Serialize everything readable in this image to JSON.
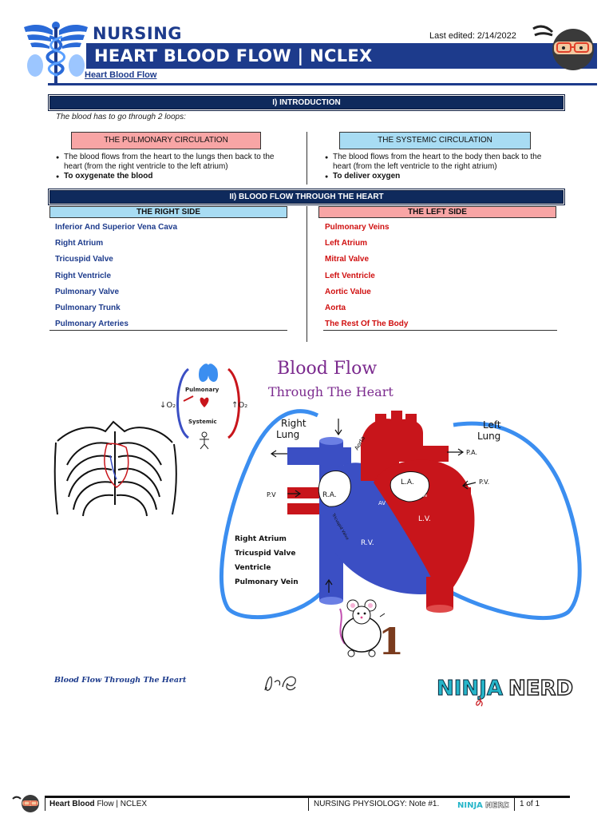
{
  "header": {
    "brand": "NURSING",
    "title": "HEART BLOOD FLOW | NCLEX",
    "last_edited": "Last edited: 2/14/2022",
    "link": "Heart Blood Flow",
    "logo_icon": "caduceus-icon",
    "mascot_icon": "ninja-head-icon"
  },
  "intro": {
    "heading": "I) INTRODUCTION",
    "lead": "The blood has to go through 2 loops:",
    "pulmonary": {
      "title": "THE PULMONARY CIRCULATION",
      "bullet1": "The blood flows from the heart to the lungs then back to the heart (from the right ventricle to the left atrium)",
      "bullet2": "To oxygenate the blood"
    },
    "systemic": {
      "title": "THE SYSTEMIC CIRCULATION",
      "bullet1": "The blood flows from the heart to the body then back to the heart (from the left ventricle to the right atrium)",
      "bullet2": "To deliver oxygen"
    }
  },
  "flow": {
    "heading": "II) BLOOD FLOW THROUGH THE HEART",
    "right_side": {
      "title": "THE RIGHT SIDE",
      "items": [
        "Inferior And Superior Vena Cava",
        "Right Atrium",
        "Tricuspid Valve",
        "Right Ventricle",
        "Pulmonary Valve",
        "Pulmonary Trunk",
        "Pulmonary Arteries"
      ]
    },
    "left_side": {
      "title": "THE LEFT SIDE",
      "items": [
        "Pulmonary Veins",
        "Left Atrium",
        "Mitral Valve",
        "Left Ventricle",
        "Aortic Value",
        "Aorta",
        "The Rest Of The Body"
      ]
    }
  },
  "diagram": {
    "title_line1": "Blood Flow",
    "title_line2": "Through The Heart",
    "loop_top": "Pulmonary",
    "loop_bottom": "Systemic",
    "o2_down": "↓O₂",
    "o2_up": "↑O₂",
    "right_lung": [
      "Right",
      "Lung"
    ],
    "left_lung": [
      "Left",
      "Lung"
    ],
    "aorta": "Aorta",
    "pa": "P.A.",
    "pv_left": "P.V.",
    "pv_right": "P.V",
    "ra": "R.A.",
    "la": "L.A.",
    "rv": "R.V.",
    "lv": "L.V.",
    "tricuspid": "Tricuspid Valve",
    "mitral": "Mitral Valve",
    "av": "AV",
    "notes": [
      "Right Atrium",
      "Tricuspid Valve",
      "Ventricle",
      "Pulmonary Vein"
    ],
    "mouse_number": "1",
    "colors": {
      "oxygen_poor": "#3b4fc4",
      "oxygen_rich": "#c8151b",
      "lung": "#3b8ef0",
      "title": "#7b2a8e"
    }
  },
  "caption": "Blood Flow Through The Heart",
  "signature_icon": "signature-icon",
  "brand_logo": {
    "ninja": "NINJA",
    "nerd": "NERD"
  },
  "footer": {
    "topic_bold": "Heart Blood",
    "topic_rest": "Flow | NCLEX",
    "note": "NURSING PHYSIOLOGY: Note #1.",
    "page": "1 of 1",
    "mini_logo_ninja": "NINJA",
    "mini_logo_nerd": "NERD"
  }
}
